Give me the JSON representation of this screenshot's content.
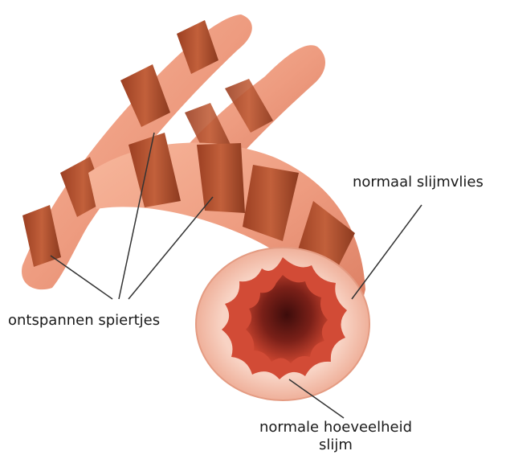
{
  "labels": {
    "mucosa": "normaal slijmvlies",
    "muscles": "ontspannen spiertjes",
    "mucus_line1": "normale hoeveelheid",
    "mucus_line2": "slijm"
  },
  "colors": {
    "airway_skin": "#f0a58a",
    "airway_shadow": "#d9785c",
    "muscle_band": "#b5502e",
    "muscle_dark": "#8c3a1f",
    "lumen_outer": "#f6c7b7",
    "mucosa_red": "#c73c2c",
    "lumen_dark": "#5a1412",
    "leader_line": "#333333"
  }
}
